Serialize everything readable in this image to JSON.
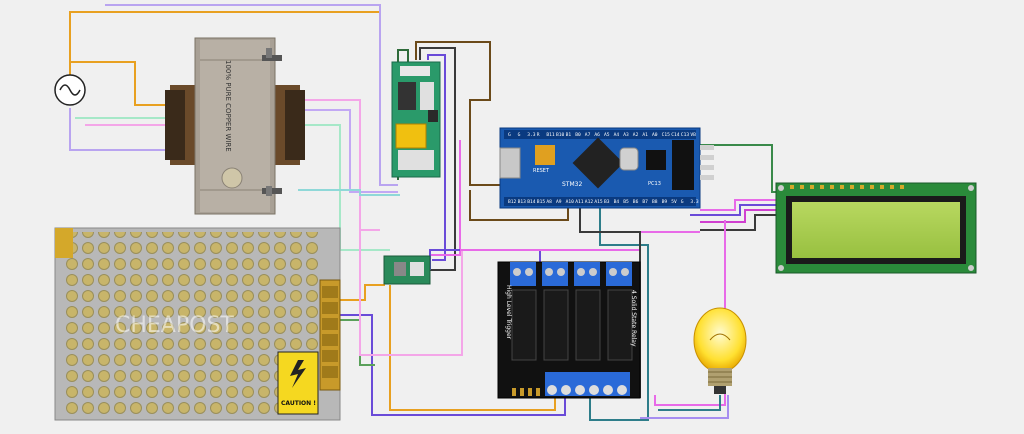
{
  "transformer": {
    "label": "100% PURE COPPER WIRE"
  },
  "psu": {
    "brand": "CHEAPOST",
    "caution": "CAUTION !"
  },
  "stm32": {
    "top_pins": [
      "G",
      "G",
      "3.3",
      "R",
      "B11",
      "B10",
      "B1",
      "B0",
      "A7",
      "A6",
      "A5",
      "A4",
      "A3",
      "A2",
      "A1",
      "A0",
      "C15",
      "C14",
      "C13",
      "VB"
    ],
    "bottom_pins": [
      "B12",
      "B13",
      "B14",
      "B15",
      "A8",
      "A9",
      "A10",
      "A11",
      "A12",
      "A15",
      "B3",
      "B4",
      "B5",
      "B6",
      "B7",
      "B8",
      "B9",
      "5V",
      "G",
      "3.3"
    ],
    "chip_label": "STM32",
    "reset_label": "RESET",
    "crystal_label": "PC13"
  },
  "relay": {
    "side_label_left": "High Level Trigger",
    "side_label_right": "4 Solid State Relay"
  },
  "colors": {
    "orange": "#e8a020",
    "purple": "#6a4bd8",
    "dark_green": "#2e6b3a",
    "brown": "#5a3a1a",
    "pink": "#e040e0",
    "teal": "#2e7d8a",
    "lavender": "#a78ef0",
    "light_blue": "#7fbfe0"
  }
}
